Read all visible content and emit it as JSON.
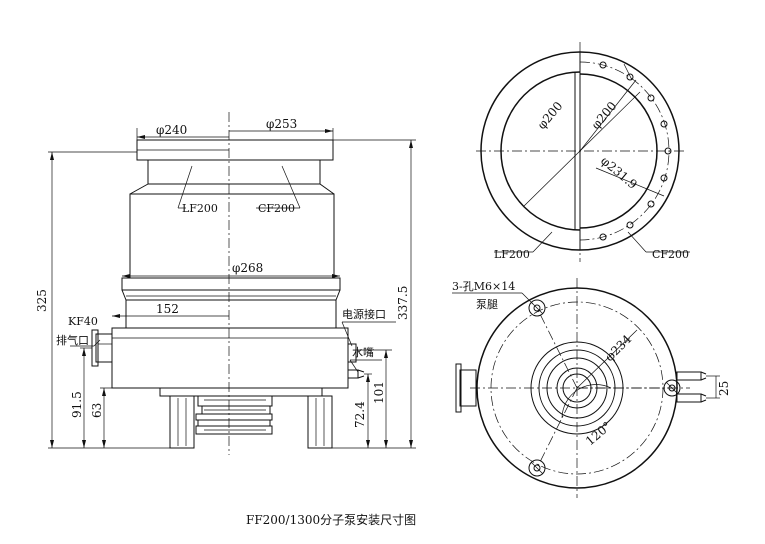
{
  "caption": "FF200/1300分子泵安装尺寸图",
  "side_view": {
    "dim_phi240": "φ240",
    "dim_phi253": "φ253",
    "label_lf200": "LF200",
    "label_cf200": "CF200",
    "dim_phi268": "φ268",
    "dim_152": "152",
    "dim_325": "325",
    "dim_337_5": "337.5",
    "label_kf40": "KF40",
    "label_exhaust": "排气口",
    "label_power": "电源接口",
    "label_water": "水嘴",
    "dim_91_5": "91.5",
    "dim_63": "63",
    "dim_72_4": "72.4",
    "dim_101": "101"
  },
  "top_view": {
    "dim_phi200_left": "φ200",
    "dim_phi200_right": "φ200",
    "dim_phi231_9": "φ231.9",
    "label_lf200": "LF200",
    "label_cf200": "CF200"
  },
  "bottom_view": {
    "label_holes": "3-孔M6×14",
    "label_legs": "泵腿",
    "dim_phi234": "φ234",
    "dim_120": "120°",
    "dim_25": "25"
  }
}
